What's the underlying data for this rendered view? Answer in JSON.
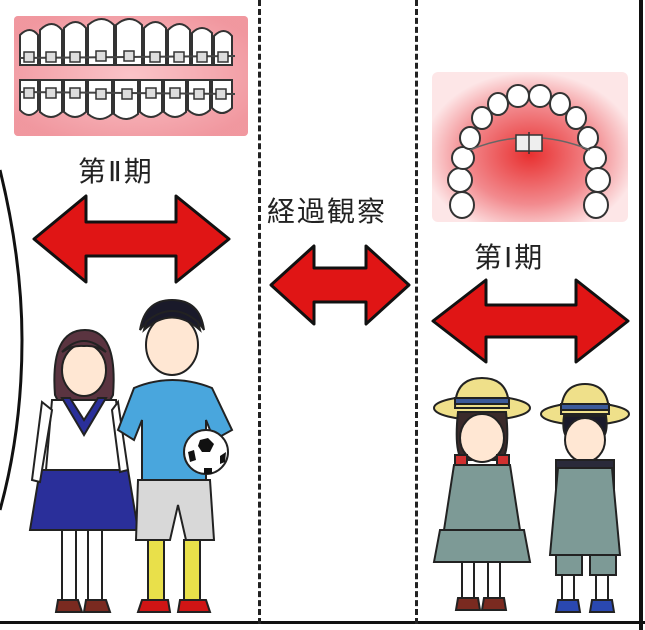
{
  "phase2": {
    "label": "第Ⅱ期"
  },
  "observation": {
    "label": "経過観察"
  },
  "phase1": {
    "label": "第Ⅰ期"
  },
  "colors": {
    "arrow_fill": "#e01515",
    "arrow_stroke": "#111111",
    "gum_pink": "#f2a0a8",
    "shirt_blue": "#49a6dd",
    "skirt_navy": "#2a2f9a",
    "uniform_teal": "#7d9a96",
    "hat_yellow": "#efe08a"
  },
  "icons": [
    "braces-teeth-icon",
    "palate-expander-icon",
    "double-arrow-icon",
    "teen-girl-figure",
    "teen-boy-with-ball-figure",
    "schoolgirl-figure",
    "schoolboy-figure"
  ]
}
